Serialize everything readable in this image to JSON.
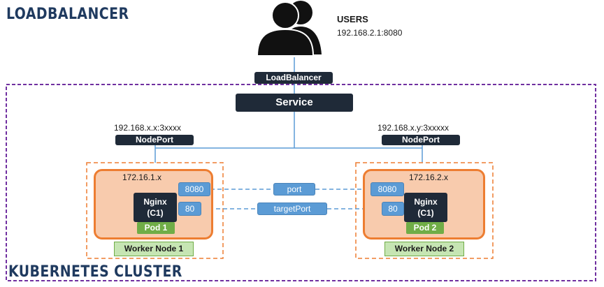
{
  "titles": {
    "top": "LOADBALANCER",
    "bottom": "KUBERNETES CLUSTER"
  },
  "users": {
    "label": "USERS",
    "address": "192.168.2.1:8080",
    "icon": "users-icon"
  },
  "loadbalancer_label": "LoadBalancer",
  "service_label": "Service",
  "nodes": [
    {
      "nodeport_address": "192.168.x.x:3xxxx",
      "nodeport_label": "NodePort",
      "pod_ip": "172.16.1.x",
      "port_8080": "8080",
      "port_80": "80",
      "container_name": "Nginx",
      "container_id": "(C1)",
      "pod_label": "Pod 1",
      "worker_label": "Worker Node 1"
    },
    {
      "nodeport_address": "192.168.x.y:3xxxxx",
      "nodeport_label": "NodePort",
      "pod_ip": "172.16.2.x",
      "port_8080": "8080",
      "port_80": "80",
      "container_name": "Nginx",
      "container_id": "(C1)",
      "pod_label": "Pod 2",
      "worker_label": "Worker Node 2"
    }
  ],
  "connectors": {
    "port": "port",
    "target_port": "targetPort"
  },
  "colors": {
    "dark_box": "#1f2a38",
    "blue_box": "#5b9bd5",
    "green_box": "#70ad47",
    "pod_fill": "#f8cbad",
    "orange_border": "#ed7d31",
    "purple_border": "#7030a0",
    "title": "#1f3a5f"
  }
}
